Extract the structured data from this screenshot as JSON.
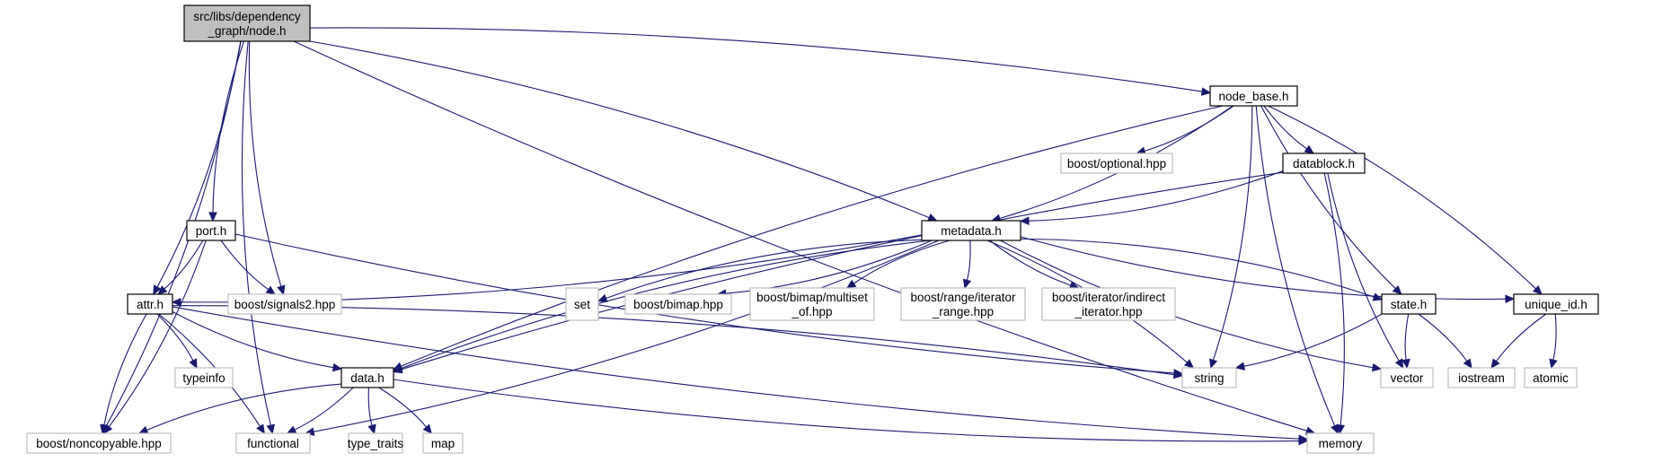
{
  "diagram": {
    "colors": {
      "edge": "#191970",
      "root_fill": "#bfbfbf",
      "project_border": "#000000",
      "external_border": "#bfbfbf",
      "text": "#000000"
    },
    "nodes": [
      {
        "id": "node_h",
        "label": "src/libs/dependency\n_graph/node.h",
        "kind": "root"
      },
      {
        "id": "node_base_h",
        "label": "node_base.h",
        "kind": "project"
      },
      {
        "id": "boost_optional",
        "label": "boost/optional.hpp",
        "kind": "external"
      },
      {
        "id": "datablock_h",
        "label": "datablock.h",
        "kind": "project"
      },
      {
        "id": "port_h",
        "label": "port.h",
        "kind": "project"
      },
      {
        "id": "metadata_h",
        "label": "metadata.h",
        "kind": "project"
      },
      {
        "id": "attr_h",
        "label": "attr.h",
        "kind": "project"
      },
      {
        "id": "boost_signals2",
        "label": "boost/signals2.hpp",
        "kind": "external"
      },
      {
        "id": "set",
        "label": "set",
        "kind": "external"
      },
      {
        "id": "boost_bimap",
        "label": "boost/bimap.hpp",
        "kind": "external"
      },
      {
        "id": "boost_bimap_multiset",
        "label": "boost/bimap/multiset\n_of.hpp",
        "kind": "external"
      },
      {
        "id": "boost_range_iter",
        "label": "boost/range/iterator\n_range.hpp",
        "kind": "external"
      },
      {
        "id": "boost_iter_indirect",
        "label": "boost/iterator/indirect\n_iterator.hpp",
        "kind": "external"
      },
      {
        "id": "state_h",
        "label": "state.h",
        "kind": "project"
      },
      {
        "id": "unique_id_h",
        "label": "unique_id.h",
        "kind": "project"
      },
      {
        "id": "typeinfo",
        "label": "typeinfo",
        "kind": "external"
      },
      {
        "id": "data_h",
        "label": "data.h",
        "kind": "project"
      },
      {
        "id": "string",
        "label": "string",
        "kind": "external"
      },
      {
        "id": "vector",
        "label": "vector",
        "kind": "external"
      },
      {
        "id": "iostream",
        "label": "iostream",
        "kind": "external"
      },
      {
        "id": "atomic",
        "label": "atomic",
        "kind": "external"
      },
      {
        "id": "boost_noncopyable",
        "label": "boost/noncopyable.hpp",
        "kind": "external"
      },
      {
        "id": "functional",
        "label": "functional",
        "kind": "external"
      },
      {
        "id": "type_traits",
        "label": "type_traits",
        "kind": "external"
      },
      {
        "id": "map",
        "label": "map",
        "kind": "external"
      },
      {
        "id": "memory",
        "label": "memory",
        "kind": "external"
      }
    ],
    "edges": [
      {
        "from": "node_h",
        "to": "node_base_h"
      },
      {
        "from": "node_h",
        "to": "memory"
      },
      {
        "from": "node_h",
        "to": "metadata_h"
      },
      {
        "from": "node_h",
        "to": "port_h"
      },
      {
        "from": "node_h",
        "to": "attr_h"
      },
      {
        "from": "node_h",
        "to": "boost_signals2"
      },
      {
        "from": "node_h",
        "to": "boost_noncopyable"
      },
      {
        "from": "node_h",
        "to": "functional"
      },
      {
        "from": "node_base_h",
        "to": "boost_optional"
      },
      {
        "from": "node_base_h",
        "to": "datablock_h"
      },
      {
        "from": "node_base_h",
        "to": "metadata_h"
      },
      {
        "from": "node_base_h",
        "to": "data_h"
      },
      {
        "from": "node_base_h",
        "to": "string"
      },
      {
        "from": "node_base_h",
        "to": "state_h"
      },
      {
        "from": "node_base_h",
        "to": "unique_id_h"
      },
      {
        "from": "node_base_h",
        "to": "memory"
      },
      {
        "from": "datablock_h",
        "to": "metadata_h"
      },
      {
        "from": "datablock_h",
        "to": "data_h"
      },
      {
        "from": "datablock_h",
        "to": "memory"
      },
      {
        "from": "datablock_h",
        "to": "vector"
      },
      {
        "from": "port_h",
        "to": "attr_h"
      },
      {
        "from": "port_h",
        "to": "boost_signals2"
      },
      {
        "from": "port_h",
        "to": "boost_noncopyable"
      },
      {
        "from": "port_h",
        "to": "string"
      },
      {
        "from": "metadata_h",
        "to": "attr_h"
      },
      {
        "from": "metadata_h",
        "to": "data_h"
      },
      {
        "from": "metadata_h",
        "to": "functional"
      },
      {
        "from": "metadata_h",
        "to": "set"
      },
      {
        "from": "metadata_h",
        "to": "boost_bimap"
      },
      {
        "from": "metadata_h",
        "to": "boost_bimap_multiset"
      },
      {
        "from": "metadata_h",
        "to": "boost_range_iter"
      },
      {
        "from": "metadata_h",
        "to": "boost_iter_indirect"
      },
      {
        "from": "metadata_h",
        "to": "string"
      },
      {
        "from": "metadata_h",
        "to": "vector"
      },
      {
        "from": "metadata_h",
        "to": "state_h"
      },
      {
        "from": "metadata_h",
        "to": "unique_id_h"
      },
      {
        "from": "attr_h",
        "to": "typeinfo"
      },
      {
        "from": "attr_h",
        "to": "data_h"
      },
      {
        "from": "attr_h",
        "to": "functional"
      },
      {
        "from": "attr_h",
        "to": "boost_noncopyable"
      },
      {
        "from": "attr_h",
        "to": "string"
      },
      {
        "from": "attr_h",
        "to": "memory"
      },
      {
        "from": "state_h",
        "to": "string"
      },
      {
        "from": "state_h",
        "to": "vector"
      },
      {
        "from": "state_h",
        "to": "iostream"
      },
      {
        "from": "unique_id_h",
        "to": "iostream"
      },
      {
        "from": "unique_id_h",
        "to": "atomic"
      },
      {
        "from": "data_h",
        "to": "boost_noncopyable"
      },
      {
        "from": "data_h",
        "to": "functional"
      },
      {
        "from": "data_h",
        "to": "type_traits"
      },
      {
        "from": "data_h",
        "to": "map"
      },
      {
        "from": "data_h",
        "to": "memory"
      }
    ]
  }
}
